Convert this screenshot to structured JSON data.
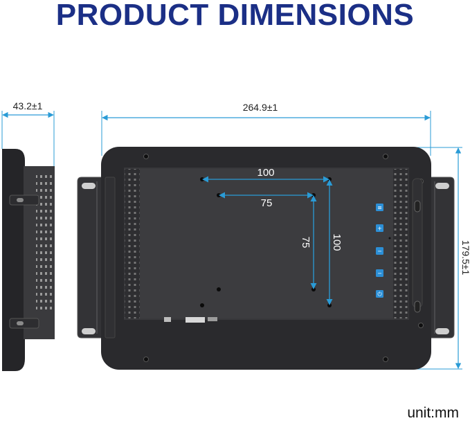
{
  "title": "PRODUCT DIMENSIONS",
  "unit_label": "unit:mm",
  "dimensions": {
    "depth": "43.2±1",
    "width": "264.9±1",
    "height": "179.5±1",
    "vesa_outer_h": "100",
    "vesa_outer_v": "100",
    "vesa_inner_h": "75",
    "vesa_inner_v": "75"
  },
  "colors": {
    "title": "#1b2f86",
    "dimension_line": "#2a9bd6",
    "housing": "#2b2b2e",
    "button": "#2c8fd6"
  },
  "side_buttons": [
    {
      "icon": "menu-icon",
      "glyph": "≡"
    },
    {
      "icon": "plus-icon",
      "glyph": "+"
    },
    {
      "icon": "minus-icon",
      "glyph": "−"
    },
    {
      "icon": "minus-icon",
      "glyph": "−"
    },
    {
      "icon": "power-icon",
      "glyph": "⏻"
    }
  ]
}
